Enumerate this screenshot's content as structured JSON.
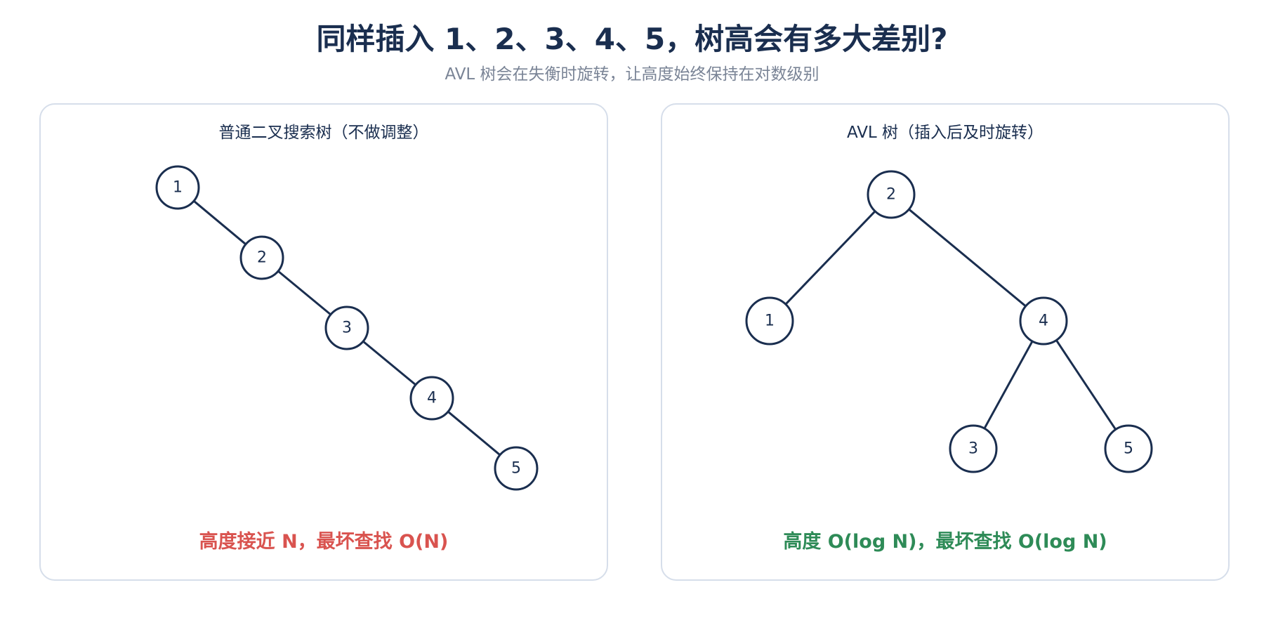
{
  "title": "同样插入 1、2、3、4、5，树高会有多大差别?",
  "subtitle": "AVL 树会在失衡时旋转，让高度始终保持在对数级别",
  "colors": {
    "navy": "#1a2e4f",
    "panel_border": "#d6deea",
    "bad": "#d9534f",
    "good": "#2e8b57",
    "subtitle": "#7a8496"
  },
  "panels": {
    "bst": {
      "title": "普通二叉搜索树（不做调整）",
      "caption": "高度接近 N，最坏查找 O(N)",
      "nodes": [
        "1",
        "2",
        "3",
        "4",
        "5"
      ],
      "edges": [
        [
          "1",
          "2"
        ],
        [
          "2",
          "3"
        ],
        [
          "3",
          "4"
        ],
        [
          "4",
          "5"
        ]
      ]
    },
    "avl": {
      "title": "AVL 树（插入后及时旋转）",
      "caption": "高度 O(log N)，最坏查找 O(log N)",
      "nodes": [
        "2",
        "1",
        "4",
        "3",
        "5"
      ],
      "edges": [
        [
          "2",
          "1"
        ],
        [
          "2",
          "4"
        ],
        [
          "4",
          "3"
        ],
        [
          "4",
          "5"
        ]
      ]
    }
  }
}
